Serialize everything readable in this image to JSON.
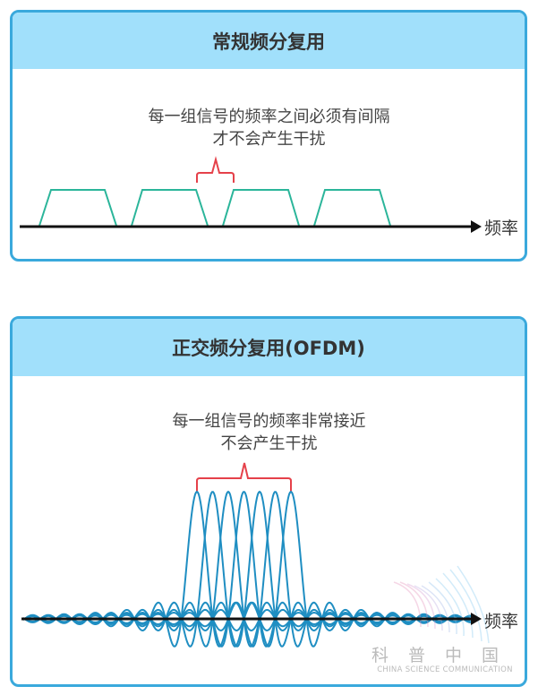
{
  "panels": [
    {
      "title": "常规频分复用",
      "caption_line1": "每一组信号的频率之间必须有间隔",
      "caption_line2": "才不会产生干扰",
      "axis_label": "频率",
      "signal_shape": "trapezoid",
      "signal_count": 4,
      "signal_color": "#2bb59a",
      "bracket_color": "#e5414a"
    },
    {
      "title": "正交频分复用(OFDM)",
      "caption_line1": "每一组信号的频率非常接近",
      "caption_line2": "不会产生干扰",
      "axis_label": "频率",
      "signal_shape": "sinc",
      "signal_count": 7,
      "signal_color": "#1f8ec2",
      "bracket_color": "#e5414a"
    }
  ],
  "watermark": {
    "cn": "科普中国",
    "en": "CHINA SCIENCE COMMUNICATION"
  },
  "colors": {
    "border": "#3aa9dc",
    "header_bg": "#a1e0fb",
    "axis": "#111111"
  }
}
